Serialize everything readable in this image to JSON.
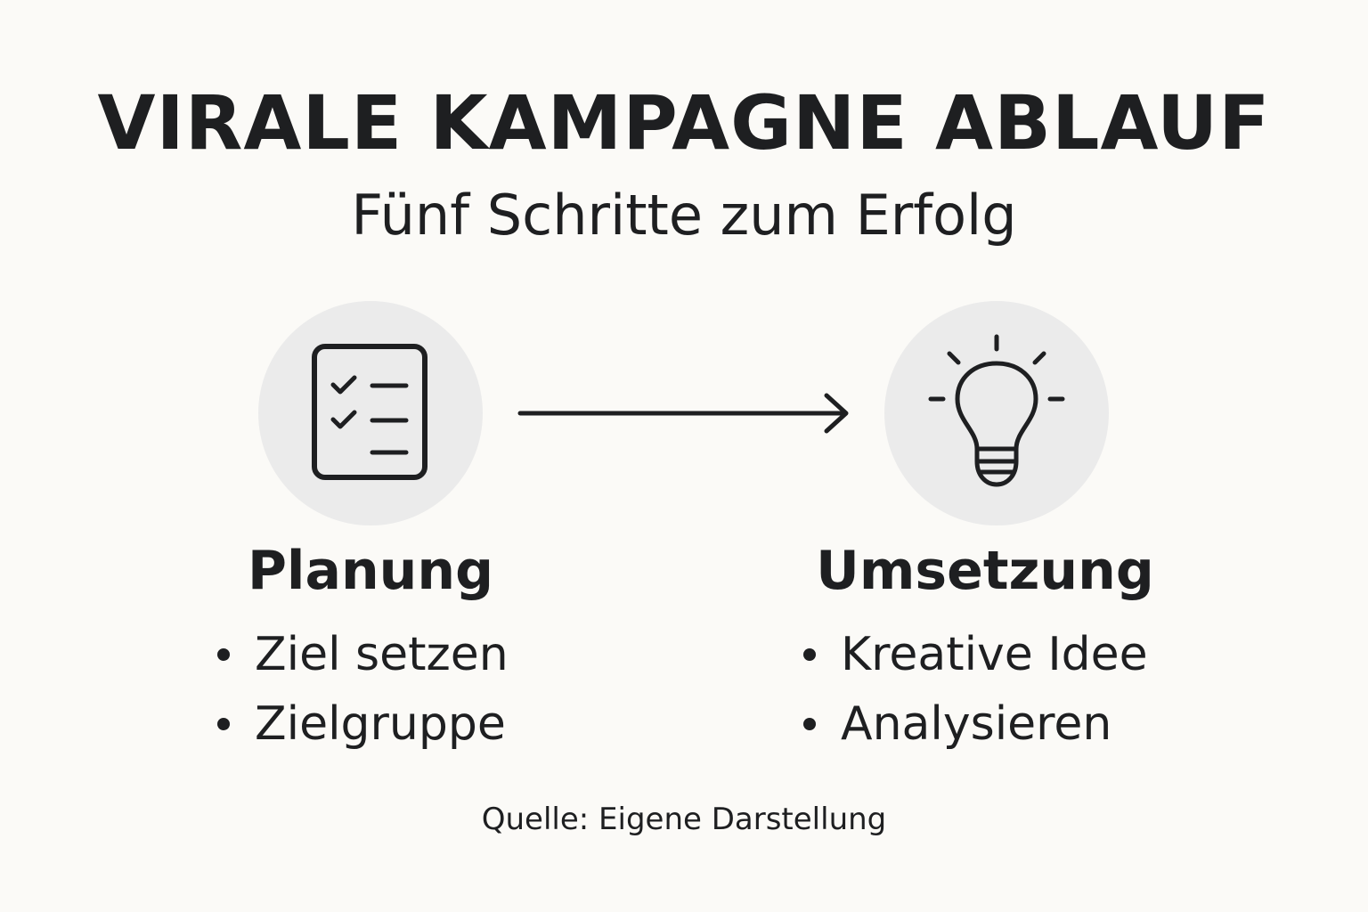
{
  "title": "VIRALE KAMPAGNE ABLAUF",
  "subtitle": "Fünf Schritte zum Erfolg",
  "steps": [
    {
      "icon": "checklist-icon",
      "heading": "Planung",
      "items": [
        "Ziel setzen",
        "Zielgruppe"
      ]
    },
    {
      "icon": "lightbulb-icon",
      "heading": "Umsetzung",
      "items": [
        "Kreative Idee",
        "Analysieren"
      ]
    }
  ],
  "source": "Quelle: Eigene Darstellung",
  "colors": {
    "background": "#fbfaf7",
    "circle": "#ebebeb",
    "text": "#1e1f21"
  }
}
